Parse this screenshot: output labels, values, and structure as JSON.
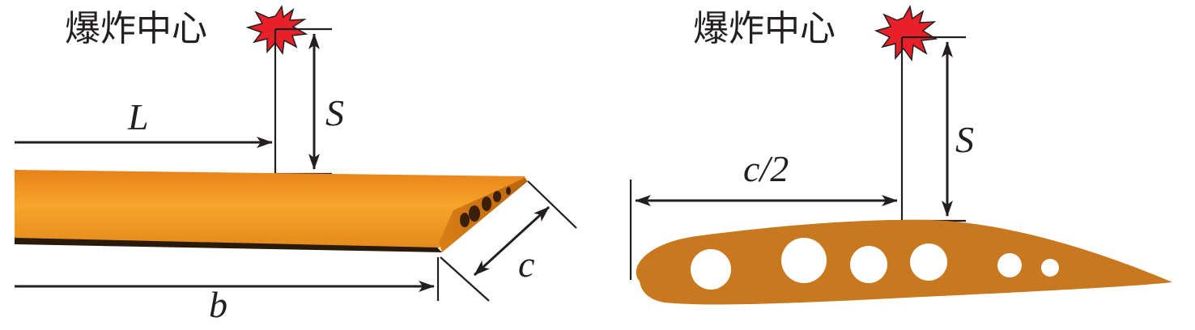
{
  "left_panel": {
    "explosion_label": "爆炸中心",
    "dim_L": "L",
    "dim_S": "S",
    "dim_b": "b",
    "dim_c": "c",
    "blade_color": "#f29a1f"
  },
  "right_panel": {
    "explosion_label": "爆炸中心",
    "dim_half_chord": "c/2",
    "dim_S": "S",
    "airfoil_color": "#c8781e"
  },
  "colors": {
    "explosion_fill": "#e8202a",
    "line": "#231f20"
  }
}
